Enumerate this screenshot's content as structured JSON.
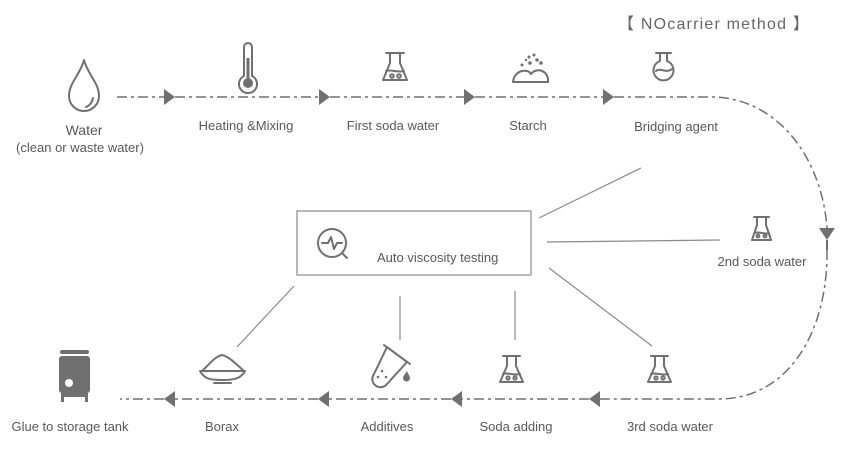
{
  "title": "【 NOcarrier method 】",
  "top_row": [
    {
      "id": "water",
      "label": "Water",
      "sublabel": "(clean or waste water)",
      "icon": "water-drop-icon"
    },
    {
      "id": "heating",
      "label": "Heating &Mixing",
      "icon": "thermometer-icon"
    },
    {
      "id": "first-soda",
      "label": "First soda water",
      "icon": "flask-icon"
    },
    {
      "id": "starch",
      "label": "Starch",
      "icon": "powder-pile-icon"
    },
    {
      "id": "bridging",
      "label": "Bridging agent",
      "icon": "round-flask-icon"
    }
  ],
  "right_side": {
    "id": "second-soda",
    "label": "2nd soda water",
    "icon": "flask-icon"
  },
  "bottom_row": [
    {
      "id": "third-soda",
      "label": "3rd soda water",
      "icon": "flask-icon"
    },
    {
      "id": "soda-adding",
      "label": "Soda adding",
      "icon": "flask-icon"
    },
    {
      "id": "additives",
      "label": "Additives",
      "icon": "test-tube-pour-icon"
    },
    {
      "id": "borax",
      "label": "Borax",
      "icon": "powder-bowl-icon"
    },
    {
      "id": "storage",
      "label": "Glue to storage tank",
      "icon": "storage-tank-icon"
    }
  ],
  "center": {
    "label": "Auto viscosity testing",
    "icon": "viscosity-search-icon"
  },
  "colors": {
    "line": "#707070",
    "icon": "#707070",
    "text": "#595959",
    "box_border": "#8a8a8a"
  }
}
